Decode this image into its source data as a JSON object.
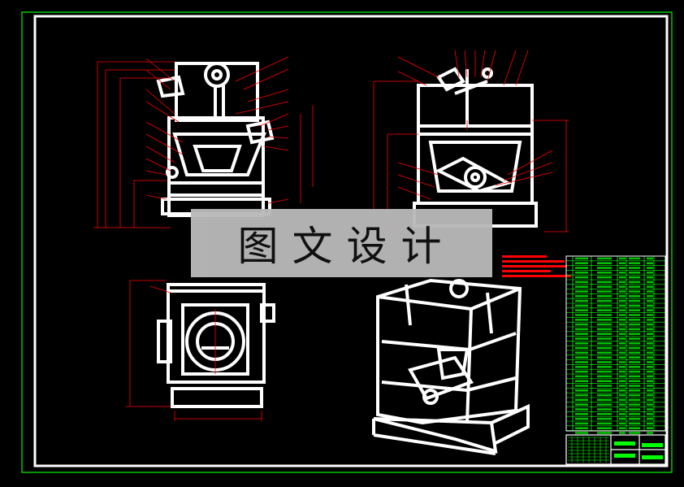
{
  "drawing": {
    "background_color": "#000000",
    "frame_color": "#00c800",
    "border_color": "#ffffff",
    "part_color": "#ffffff",
    "dimension_color": "#ff0000",
    "table_color": "#00ff00"
  },
  "watermark": {
    "text": "图文设计"
  },
  "views": [
    {
      "name": "front-view"
    },
    {
      "name": "side-view"
    },
    {
      "name": "top-view"
    },
    {
      "name": "isometric-view"
    }
  ]
}
